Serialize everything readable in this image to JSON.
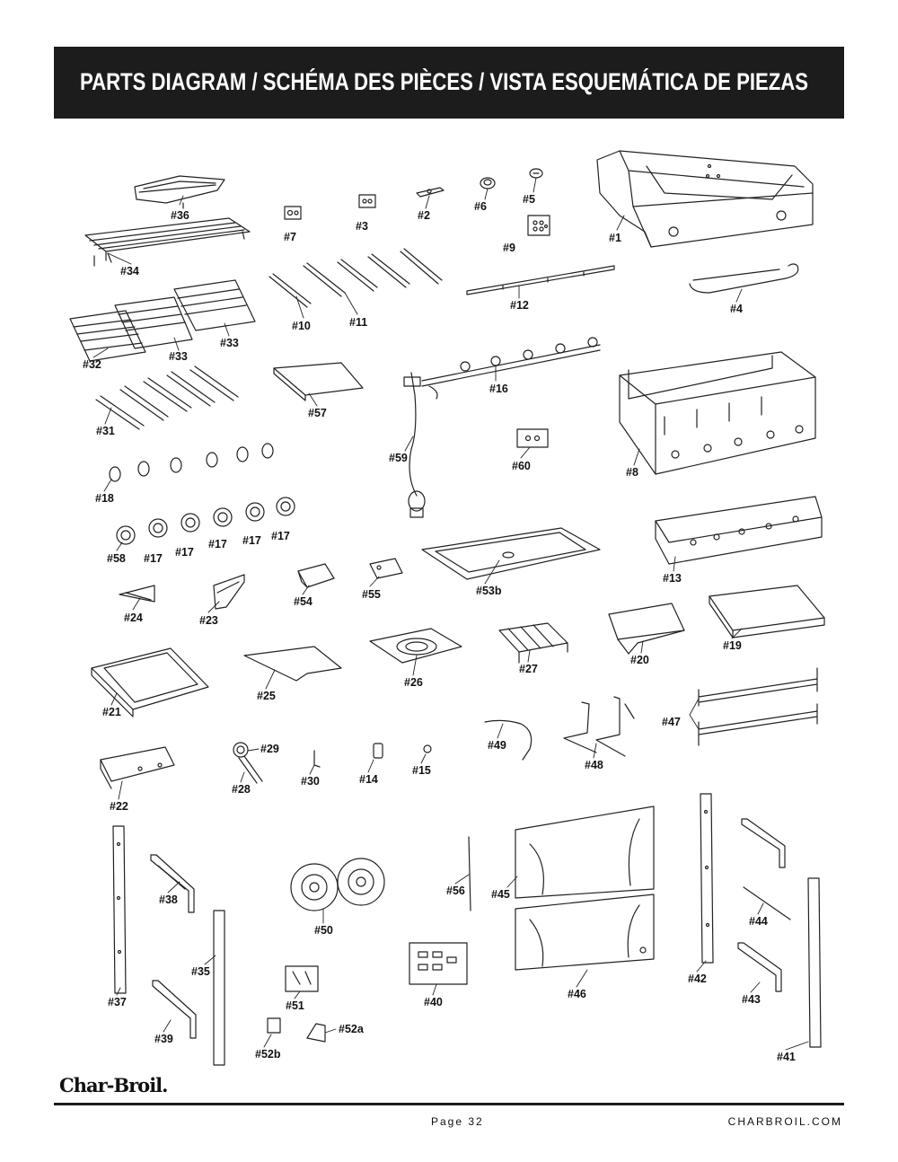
{
  "header": {
    "title": "PARTS DIAGRAM / SCHÉMA DES PIÈCES / VISTA ESQUEMÁTICA DE PIEZAS"
  },
  "labels": [
    "#36",
    "#7",
    "#3",
    "#2",
    "#6",
    "#5",
    "#9",
    "#1",
    "#34",
    "#10",
    "#11",
    "#12",
    "#4",
    "#32",
    "#33",
    "#33",
    "#57",
    "#16",
    "#59",
    "#31",
    "#60",
    "#8",
    "#18",
    "#58",
    "#17",
    "#17",
    "#17",
    "#17",
    "#17",
    "#13",
    "#24",
    "#23",
    "#54",
    "#55",
    "#53b",
    "#19",
    "#20",
    "#27",
    "#21",
    "#25",
    "#26",
    "#47",
    "#49",
    "#48",
    "#22",
    "#29",
    "#28",
    "#30",
    "#14",
    "#15",
    "#38",
    "#56",
    "#45",
    "#44",
    "#50",
    "#37",
    "#35",
    "#39",
    "#51",
    "#40",
    "#46",
    "#42",
    "#43",
    "#52a",
    "#52b",
    "#41"
  ],
  "footer": {
    "logo": "Char-Broil.",
    "page": "Page 32",
    "website": "CHARBROIL.COM"
  }
}
